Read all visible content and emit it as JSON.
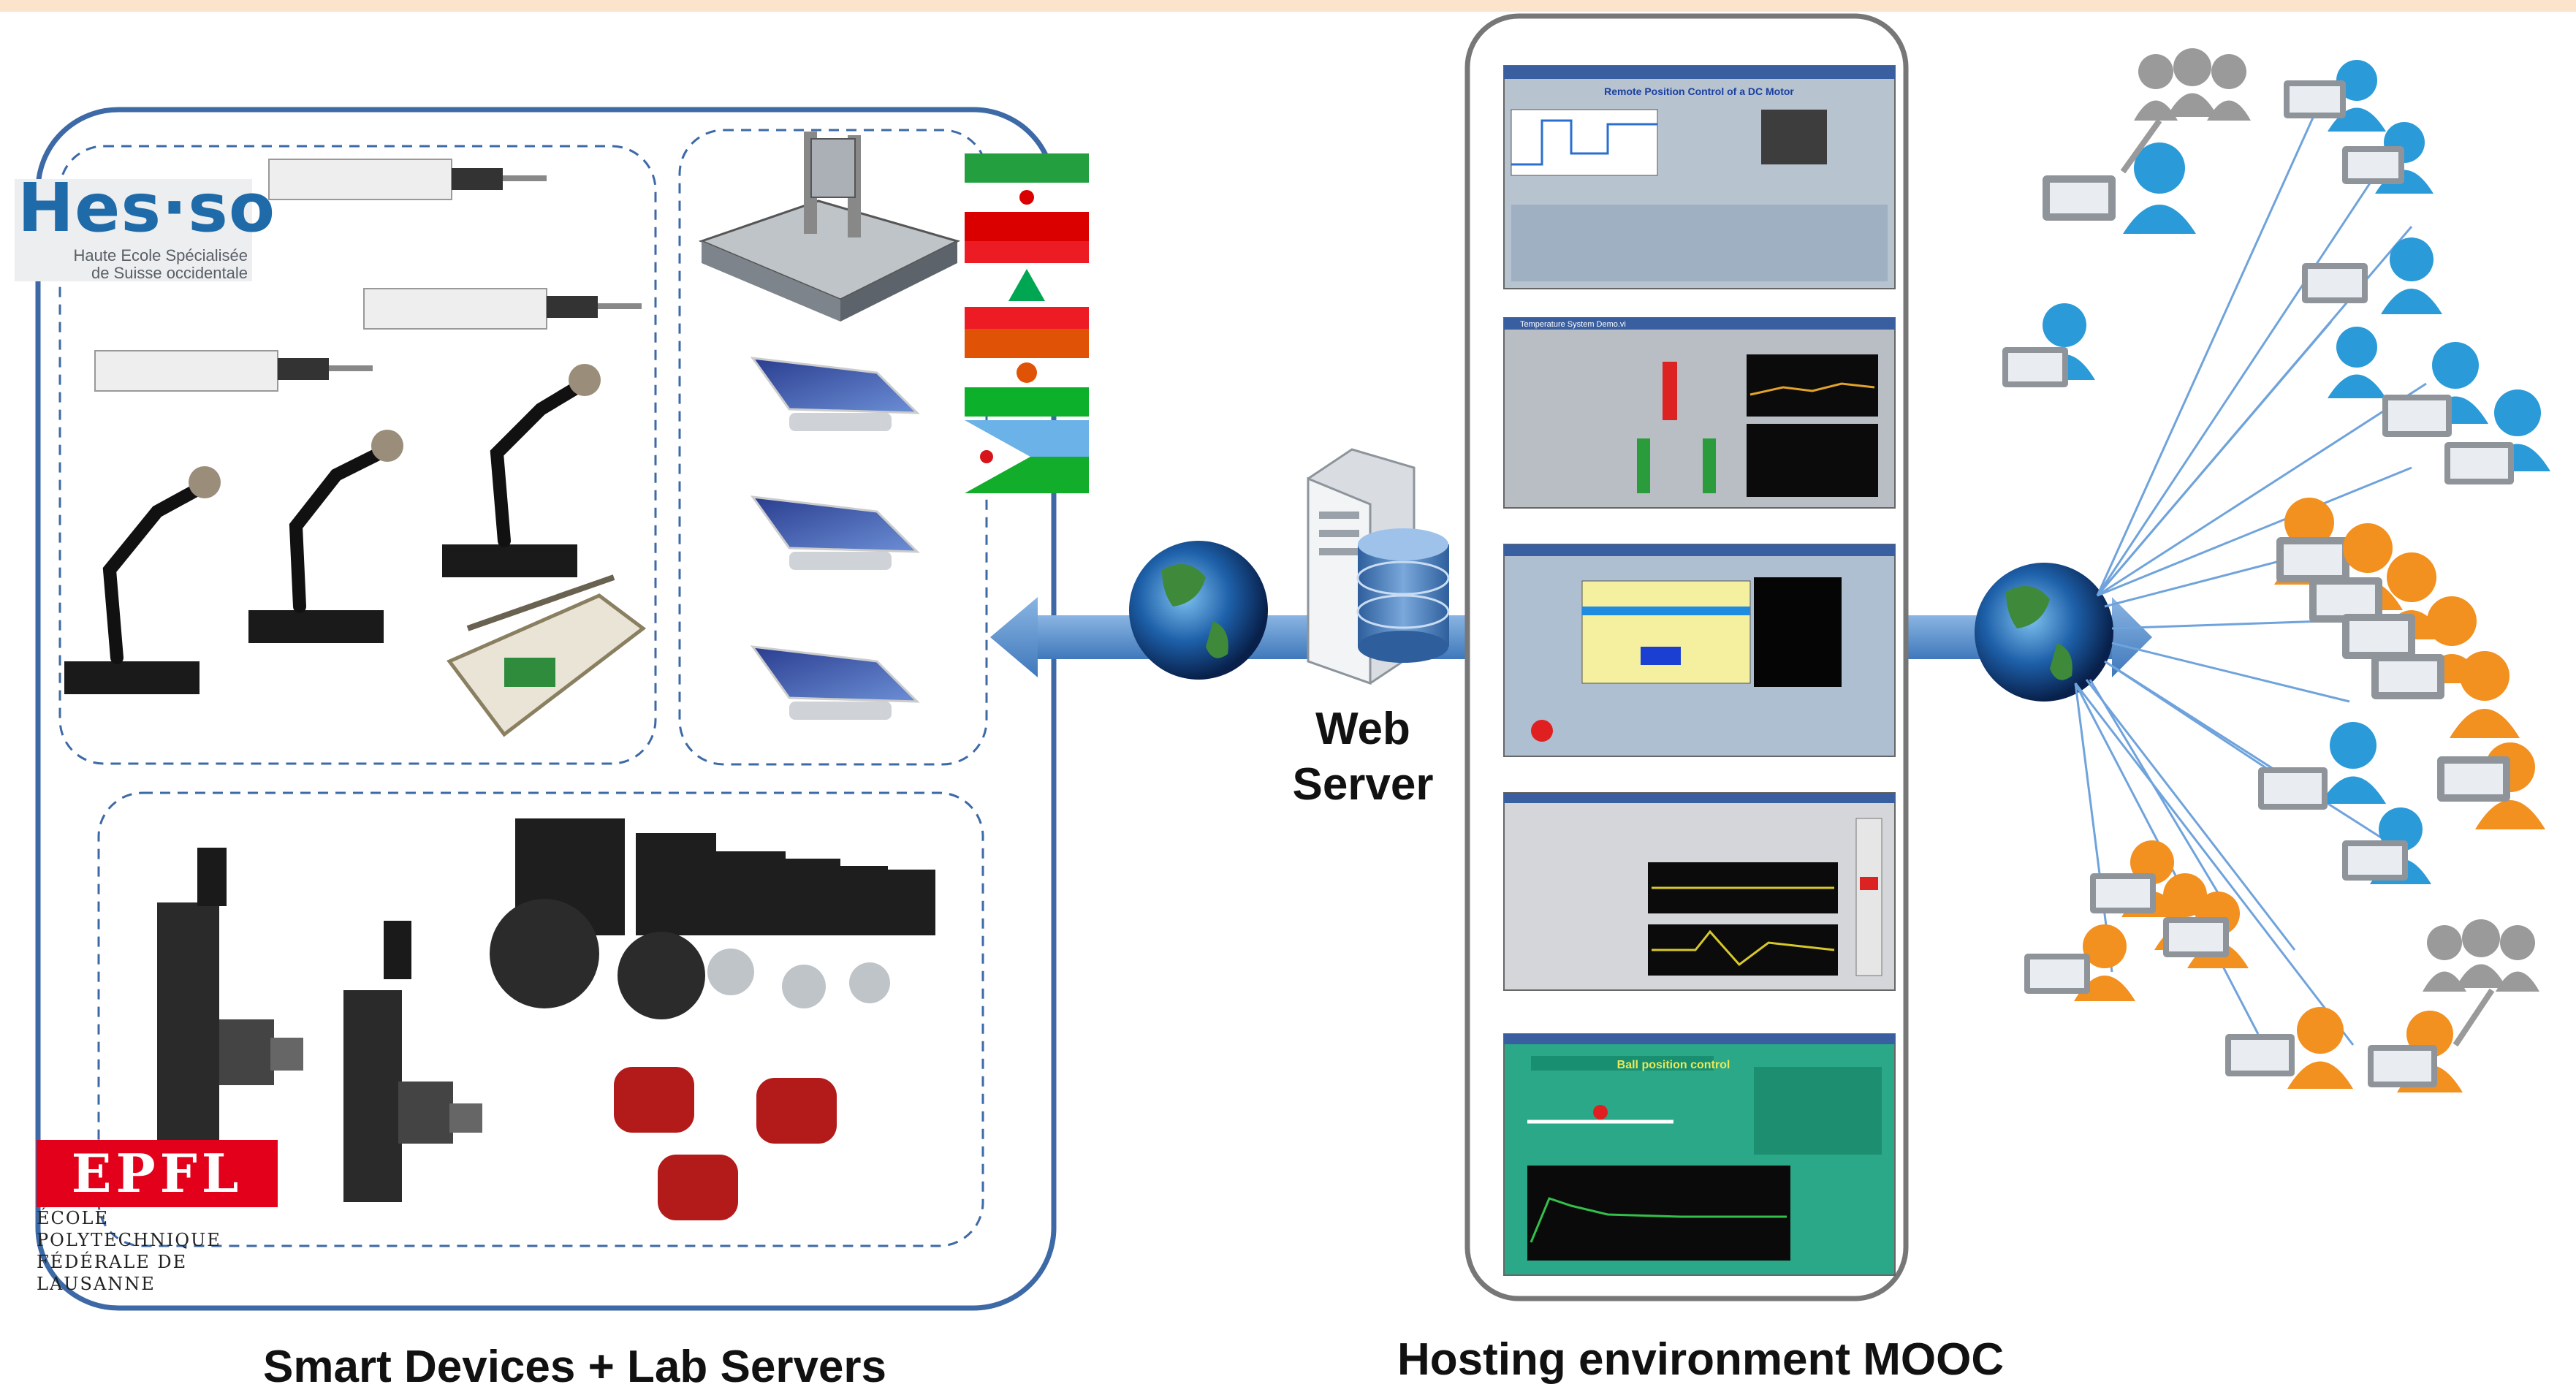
{
  "captions": {
    "devices": "Smart Devices + Lab Servers",
    "hosting": "Hosting environment MOOC",
    "web_server_line1": "Web",
    "web_server_line2": "Server"
  },
  "logos": {
    "hes_so": {
      "name": "Hes·so",
      "line1": "Haute Ecole Spécialisée",
      "line2": "de Suisse occidentale"
    },
    "epfl": {
      "name": "EPFL",
      "line1": "ÉCOLE POLYTECHNIQUE",
      "line2": "FÉDÉRALE DE LAUSANNE"
    }
  },
  "screens": [
    {
      "title": "Remote Position Control of a DC Motor"
    },
    {
      "title": "Temperature System Demo.vi"
    },
    {
      "title": ""
    },
    {
      "title": ""
    },
    {
      "title": "Ball position control"
    }
  ],
  "flags": [
    "iran",
    "lebanon",
    "niger",
    "djibouti"
  ],
  "colors": {
    "frame_blue": "#3d6aa6",
    "arrow_blue": "#5b8fc9",
    "user_blue": "#2a9ad8",
    "user_orange": "#f29020",
    "user_gray": "#9a9a9a",
    "line_blue": "#6fa3dc"
  }
}
